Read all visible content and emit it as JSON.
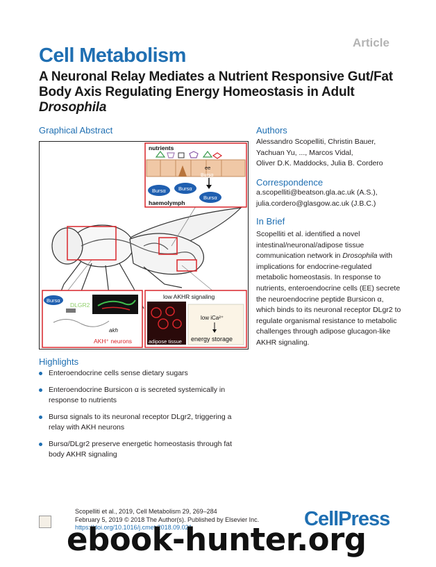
{
  "header": {
    "article_label": "Article",
    "journal": "Cell Metabolism",
    "title_main": "A Neuronal Relay Mediates a Nutrient Responsive Gut/Fat Body Axis Regulating Energy Homeostasis in Adult",
    "title_italic": "Drosophila"
  },
  "graphical_abstract": {
    "heading": "Graphical Abstract",
    "gut_inset": {
      "nutrients": "nutrients",
      "ee": "ee",
      "bursa_cell": "Bursα",
      "bursa_1": "Bursα",
      "bursa_2": "Bursα",
      "bursa_3": "Bursα",
      "haemolymph": "haemolymph"
    },
    "neuron_inset": {
      "bursa": "Bursα",
      "receptor": "DLGR2",
      "akh": "akh",
      "akh_neurons": "AKH⁺ neurons"
    },
    "fat_inset": {
      "title": "low AKHR signaling",
      "ica": "low iCa²⁺",
      "energy": "energy storage",
      "adipose": "adipose tissue"
    }
  },
  "authors": {
    "heading": "Authors",
    "lines": [
      "Alessandro Scopelliti, Christin Bauer,",
      "Yachuan Yu, ..., Marcos Vidal,",
      "Oliver D.K. Maddocks, Julia B. Cordero"
    ]
  },
  "correspondence": {
    "heading": "Correspondence",
    "lines": [
      "a.scopelliti@beatson.gla.ac.uk (A.S.),",
      "julia.cordero@glasgow.ac.uk (J.B.C.)"
    ]
  },
  "in_brief": {
    "heading": "In Brief",
    "text_before": "Scopelliti et al. identified a novel intestinal/neuronal/adipose tissue communication network in",
    "text_italic": "Drosophila",
    "text_after": "with implications for endocrine-regulated metabolic homeostasis. In response to nutrients, enteroendocrine cells (EE) secrete the neuroendocrine peptide Bursicon α, which binds to its neuronal receptor DLgr2 to regulate organismal resistance to metabolic challenges through adipose glucagon-like AKHR signaling."
  },
  "highlights": {
    "heading": "Highlights",
    "items": [
      "Enteroendocrine cells sense dietary sugars",
      "Enteroendocrine Bursicon α is secreted systemically in response to nutrients",
      "Bursα signals to its neuronal receptor DLgr2, triggering a relay with AKH neurons",
      "Bursα/DLgr2 preserve energetic homeostasis through fat body AKHR signaling"
    ]
  },
  "footer": {
    "citation": "Scopelliti et al., 2019, Cell Metabolism 29, 269–284",
    "date_line": "February 5, 2019 © 2018 The Author(s). Published by Elsevier Inc.",
    "doi": "https://doi.org/10.1016/j.cmet.2018.09.021",
    "publisher": "CellPress",
    "watermark": "ebook-hunter.org"
  },
  "colors": {
    "accent": "#1f6fb2",
    "highlight_red": "#d9252a",
    "bursa_blue": "#1f5fb0"
  }
}
